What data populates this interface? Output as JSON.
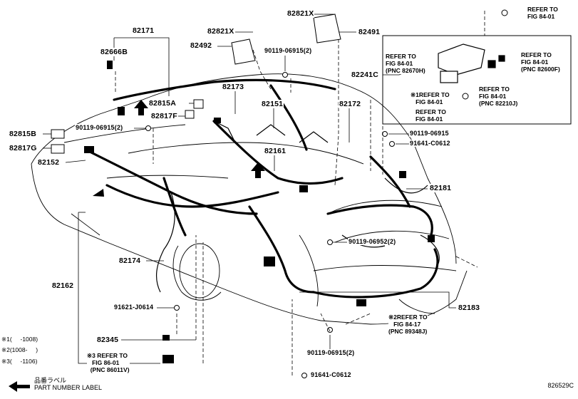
{
  "labels": {
    "p82821x_top": "82821X",
    "p82491": "82491",
    "p82171": "82171",
    "p82821x_mid": "82821X",
    "p82666b": "82666B",
    "p82492": "82492",
    "p90119_top": "90119-06915(2)",
    "p82241c": "82241C",
    "p82815a": "82815A",
    "p82173": "82173",
    "p82817f": "82817F",
    "p82151": "82151",
    "p82172": "82172",
    "p90119_left": "90119-06915(2)",
    "p90119_right": "90119-06915",
    "p82815b": "82815B",
    "p91641_mid": "91641-C0612",
    "p82817g": "82817G",
    "p82161": "82161",
    "p82152": "82152",
    "p82181": "82181",
    "p90119_06952": "90119-06952(2)",
    "p82174": "82174",
    "p82162": "82162",
    "p91621": "91621-J0614",
    "p82183": "82183",
    "p82345": "82345",
    "p90119_bottom": "90119-06915(2)",
    "p91641_bottom": "91641-C0612"
  },
  "refs": {
    "r_top": "REFER TO\nFIG 84-01",
    "r_box_left": "REFER TO\nFIG 84-01\n(PNC 82670H)",
    "r_box_right": "REFER TO\nFIG 84-01\n(PNC 82600F)",
    "r_box_mid": "※1REFER TO\n   FIG 84-01",
    "r_box_mid2": "REFER TO\nFIG 84-01\n(PNC 82210J)",
    "r_box_low": "REFER TO\nFIG 84-01",
    "r_fig8417": "※2REFER TO\n   FIG 84-17\n(PNC 89348J)",
    "r_fig8601": "※3 REFER TO\n   FIG 86-01\n  (PNC 86011V)"
  },
  "notes": {
    "n1": "※1(     -1008)",
    "n2": "※2(1008-     )",
    "n3": "※3(     -1106)"
  },
  "legend": {
    "jp": "品番ラベル",
    "en": "PART NUMBER LABEL"
  },
  "illustration_id": "826529C"
}
